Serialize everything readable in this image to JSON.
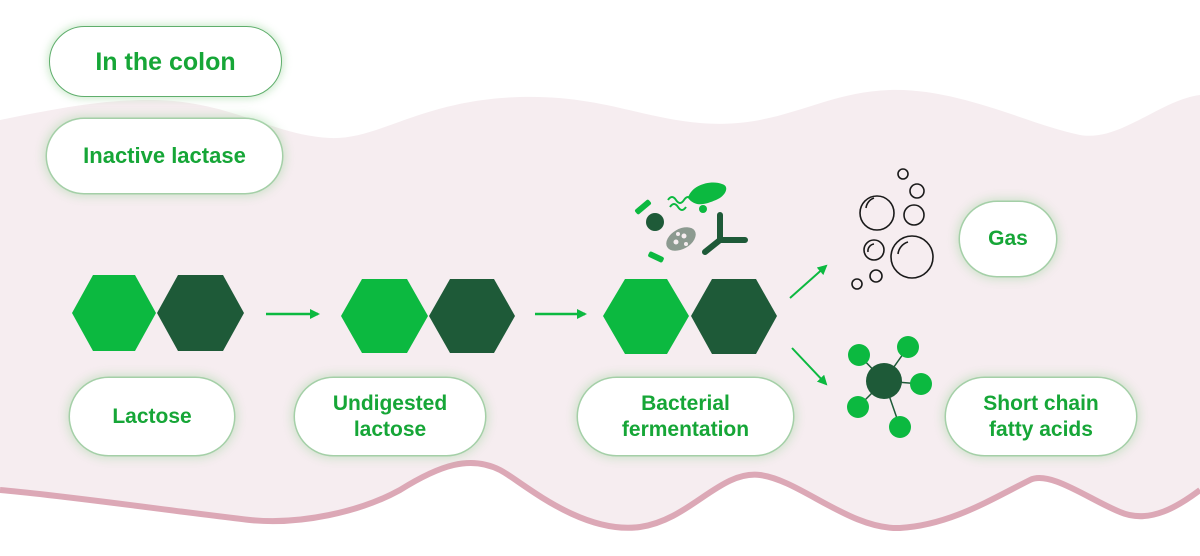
{
  "title": "In the colon",
  "condition": "Inactive lactase",
  "colors": {
    "green": "#0cb940",
    "dark_green": "#1e5a38",
    "text_green": "#16a637",
    "gray_bacterium": "#8c9a90",
    "background_pink": "#f6edf0",
    "wave_border": "#dca8b6",
    "bubble_outline": "#1a1a1a"
  },
  "steps": [
    {
      "label": "Lactose",
      "molecule": "disaccharide"
    },
    {
      "label": "Undigested\nlactose",
      "molecule": "disaccharide"
    },
    {
      "label": "Bacterial\nfermentation",
      "molecule": "disaccharide",
      "icon": "bacteria-icon"
    }
  ],
  "outputs": [
    {
      "label": "Gas",
      "icon": "bubbles-icon"
    },
    {
      "label": "Short chain\nfatty acids",
      "icon": "molecule-icon"
    }
  ]
}
